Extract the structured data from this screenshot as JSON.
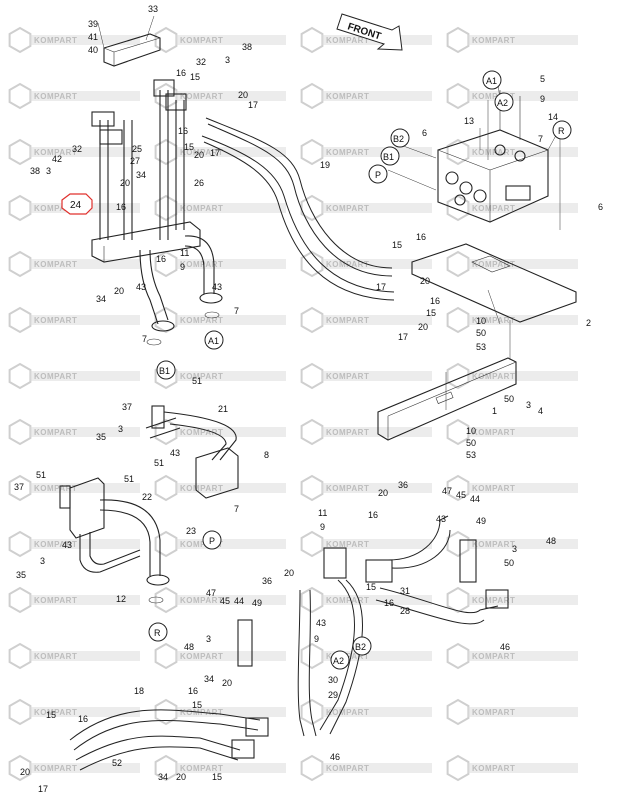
{
  "watermark": {
    "text": "KOMPART"
  },
  "front_arrow": {
    "text": "FRONT"
  },
  "highlight_callout": {
    "number": "24",
    "color": "#e0302c"
  },
  "circle_markers": {
    "a1_top": "A1",
    "a2_top": "A2",
    "b2_top": "B2",
    "b1_top": "B1",
    "p_top": "P",
    "r_top": "R",
    "a1_mid": "A1",
    "b1_mid": "B1",
    "p_mid": "P",
    "r_mid": "R",
    "a2_bot": "A2",
    "b2_bot": "B2"
  },
  "callouts": [
    {
      "id": "c33",
      "text": "33"
    },
    {
      "id": "c39",
      "text": "39"
    },
    {
      "id": "c41",
      "text": "41"
    },
    {
      "id": "c40",
      "text": "40"
    },
    {
      "id": "c32a",
      "text": "32"
    },
    {
      "id": "c3a",
      "text": "3"
    },
    {
      "id": "c38a",
      "text": "38"
    },
    {
      "id": "c16a",
      "text": "16"
    },
    {
      "id": "c15a",
      "text": "15"
    },
    {
      "id": "c20a",
      "text": "20"
    },
    {
      "id": "c17a",
      "text": "17"
    },
    {
      "id": "c16b",
      "text": "16"
    },
    {
      "id": "c15b",
      "text": "15"
    },
    {
      "id": "c20b",
      "text": "20"
    },
    {
      "id": "c17b",
      "text": "17"
    },
    {
      "id": "c19",
      "text": "19"
    },
    {
      "id": "c32b",
      "text": "32"
    },
    {
      "id": "c42",
      "text": "42"
    },
    {
      "id": "c38b",
      "text": "38"
    },
    {
      "id": "c3b",
      "text": "3"
    },
    {
      "id": "c27",
      "text": "27"
    },
    {
      "id": "c25",
      "text": "25"
    },
    {
      "id": "c34a",
      "text": "34"
    },
    {
      "id": "c20c",
      "text": "20"
    },
    {
      "id": "c26",
      "text": "26"
    },
    {
      "id": "c16c",
      "text": "16"
    },
    {
      "id": "c16d",
      "text": "16"
    },
    {
      "id": "c11a",
      "text": "11"
    },
    {
      "id": "c9a",
      "text": "9"
    },
    {
      "id": "c43a",
      "text": "43"
    },
    {
      "id": "c43b",
      "text": "43"
    },
    {
      "id": "c34b",
      "text": "34"
    },
    {
      "id": "c20d",
      "text": "20"
    },
    {
      "id": "c7a",
      "text": "7"
    },
    {
      "id": "c7b",
      "text": "7"
    },
    {
      "id": "c5",
      "text": "5"
    },
    {
      "id": "c9b",
      "text": "9"
    },
    {
      "id": "c14",
      "text": "14"
    },
    {
      "id": "c13",
      "text": "13"
    },
    {
      "id": "c6a",
      "text": "6"
    },
    {
      "id": "c7c",
      "text": "7"
    },
    {
      "id": "c6b",
      "text": "6"
    },
    {
      "id": "c16e",
      "text": "16"
    },
    {
      "id": "c15c",
      "text": "15"
    },
    {
      "id": "c20e",
      "text": "20"
    },
    {
      "id": "c16f",
      "text": "16"
    },
    {
      "id": "c17c",
      "text": "17"
    },
    {
      "id": "c15d",
      "text": "15"
    },
    {
      "id": "c20f",
      "text": "20"
    },
    {
      "id": "c17d",
      "text": "17"
    },
    {
      "id": "c2",
      "text": "2"
    },
    {
      "id": "c10a",
      "text": "10"
    },
    {
      "id": "c50a",
      "text": "50"
    },
    {
      "id": "c53a",
      "text": "53"
    },
    {
      "id": "c50b",
      "text": "50"
    },
    {
      "id": "c3c",
      "text": "3"
    },
    {
      "id": "c4",
      "text": "4"
    },
    {
      "id": "c1",
      "text": "1"
    },
    {
      "id": "c10b",
      "text": "10"
    },
    {
      "id": "c50c",
      "text": "50"
    },
    {
      "id": "c53b",
      "text": "53"
    },
    {
      "id": "c51a",
      "text": "51"
    },
    {
      "id": "c37a",
      "text": "37"
    },
    {
      "id": "c21",
      "text": "21"
    },
    {
      "id": "c35a",
      "text": "35"
    },
    {
      "id": "c3d",
      "text": "3"
    },
    {
      "id": "c51b",
      "text": "51"
    },
    {
      "id": "c43c",
      "text": "43"
    },
    {
      "id": "c8",
      "text": "8"
    },
    {
      "id": "c7d",
      "text": "7"
    },
    {
      "id": "c37b",
      "text": "37"
    },
    {
      "id": "c51c",
      "text": "51"
    },
    {
      "id": "c51d",
      "text": "51"
    },
    {
      "id": "c22",
      "text": "22"
    },
    {
      "id": "c43d",
      "text": "43"
    },
    {
      "id": "c23",
      "text": "23"
    },
    {
      "id": "c35b",
      "text": "35"
    },
    {
      "id": "c3e",
      "text": "3"
    },
    {
      "id": "c12",
      "text": "12"
    },
    {
      "id": "c20g",
      "text": "20"
    },
    {
      "id": "c36a",
      "text": "36"
    },
    {
      "id": "c47a",
      "text": "47"
    },
    {
      "id": "c45a",
      "text": "45"
    },
    {
      "id": "c44a",
      "text": "44"
    },
    {
      "id": "c11b",
      "text": "11"
    },
    {
      "id": "c9c",
      "text": "9"
    },
    {
      "id": "c16g",
      "text": "16"
    },
    {
      "id": "c43e",
      "text": "43"
    },
    {
      "id": "c49a",
      "text": "49"
    },
    {
      "id": "c48a",
      "text": "48"
    },
    {
      "id": "c3f",
      "text": "3"
    },
    {
      "id": "c50d",
      "text": "50"
    },
    {
      "id": "c36b",
      "text": "36"
    },
    {
      "id": "c20h",
      "text": "20"
    },
    {
      "id": "c15e",
      "text": "15"
    },
    {
      "id": "c16h",
      "text": "16"
    },
    {
      "id": "c31",
      "text": "31"
    },
    {
      "id": "c28",
      "text": "28"
    },
    {
      "id": "c46a",
      "text": "46"
    },
    {
      "id": "c43f",
      "text": "43"
    },
    {
      "id": "c9d",
      "text": "9"
    },
    {
      "id": "c47b",
      "text": "47"
    },
    {
      "id": "c45b",
      "text": "45"
    },
    {
      "id": "c44b",
      "text": "44"
    },
    {
      "id": "c49b",
      "text": "49"
    },
    {
      "id": "c3g",
      "text": "3"
    },
    {
      "id": "c48b",
      "text": "48"
    },
    {
      "id": "c30",
      "text": "30"
    },
    {
      "id": "c29",
      "text": "29"
    },
    {
      "id": "c34c",
      "text": "34"
    },
    {
      "id": "c20i",
      "text": "20"
    },
    {
      "id": "c18",
      "text": "18"
    },
    {
      "id": "c16i",
      "text": "16"
    },
    {
      "id": "c15f",
      "text": "15"
    },
    {
      "id": "c15g",
      "text": "15"
    },
    {
      "id": "c16j",
      "text": "16"
    },
    {
      "id": "c20j",
      "text": "20"
    },
    {
      "id": "c17e",
      "text": "17"
    },
    {
      "id": "c52",
      "text": "52"
    },
    {
      "id": "c34d",
      "text": "34"
    },
    {
      "id": "c20k",
      "text": "20"
    },
    {
      "id": "c15h",
      "text": "15"
    },
    {
      "id": "c46b",
      "text": "46"
    }
  ]
}
